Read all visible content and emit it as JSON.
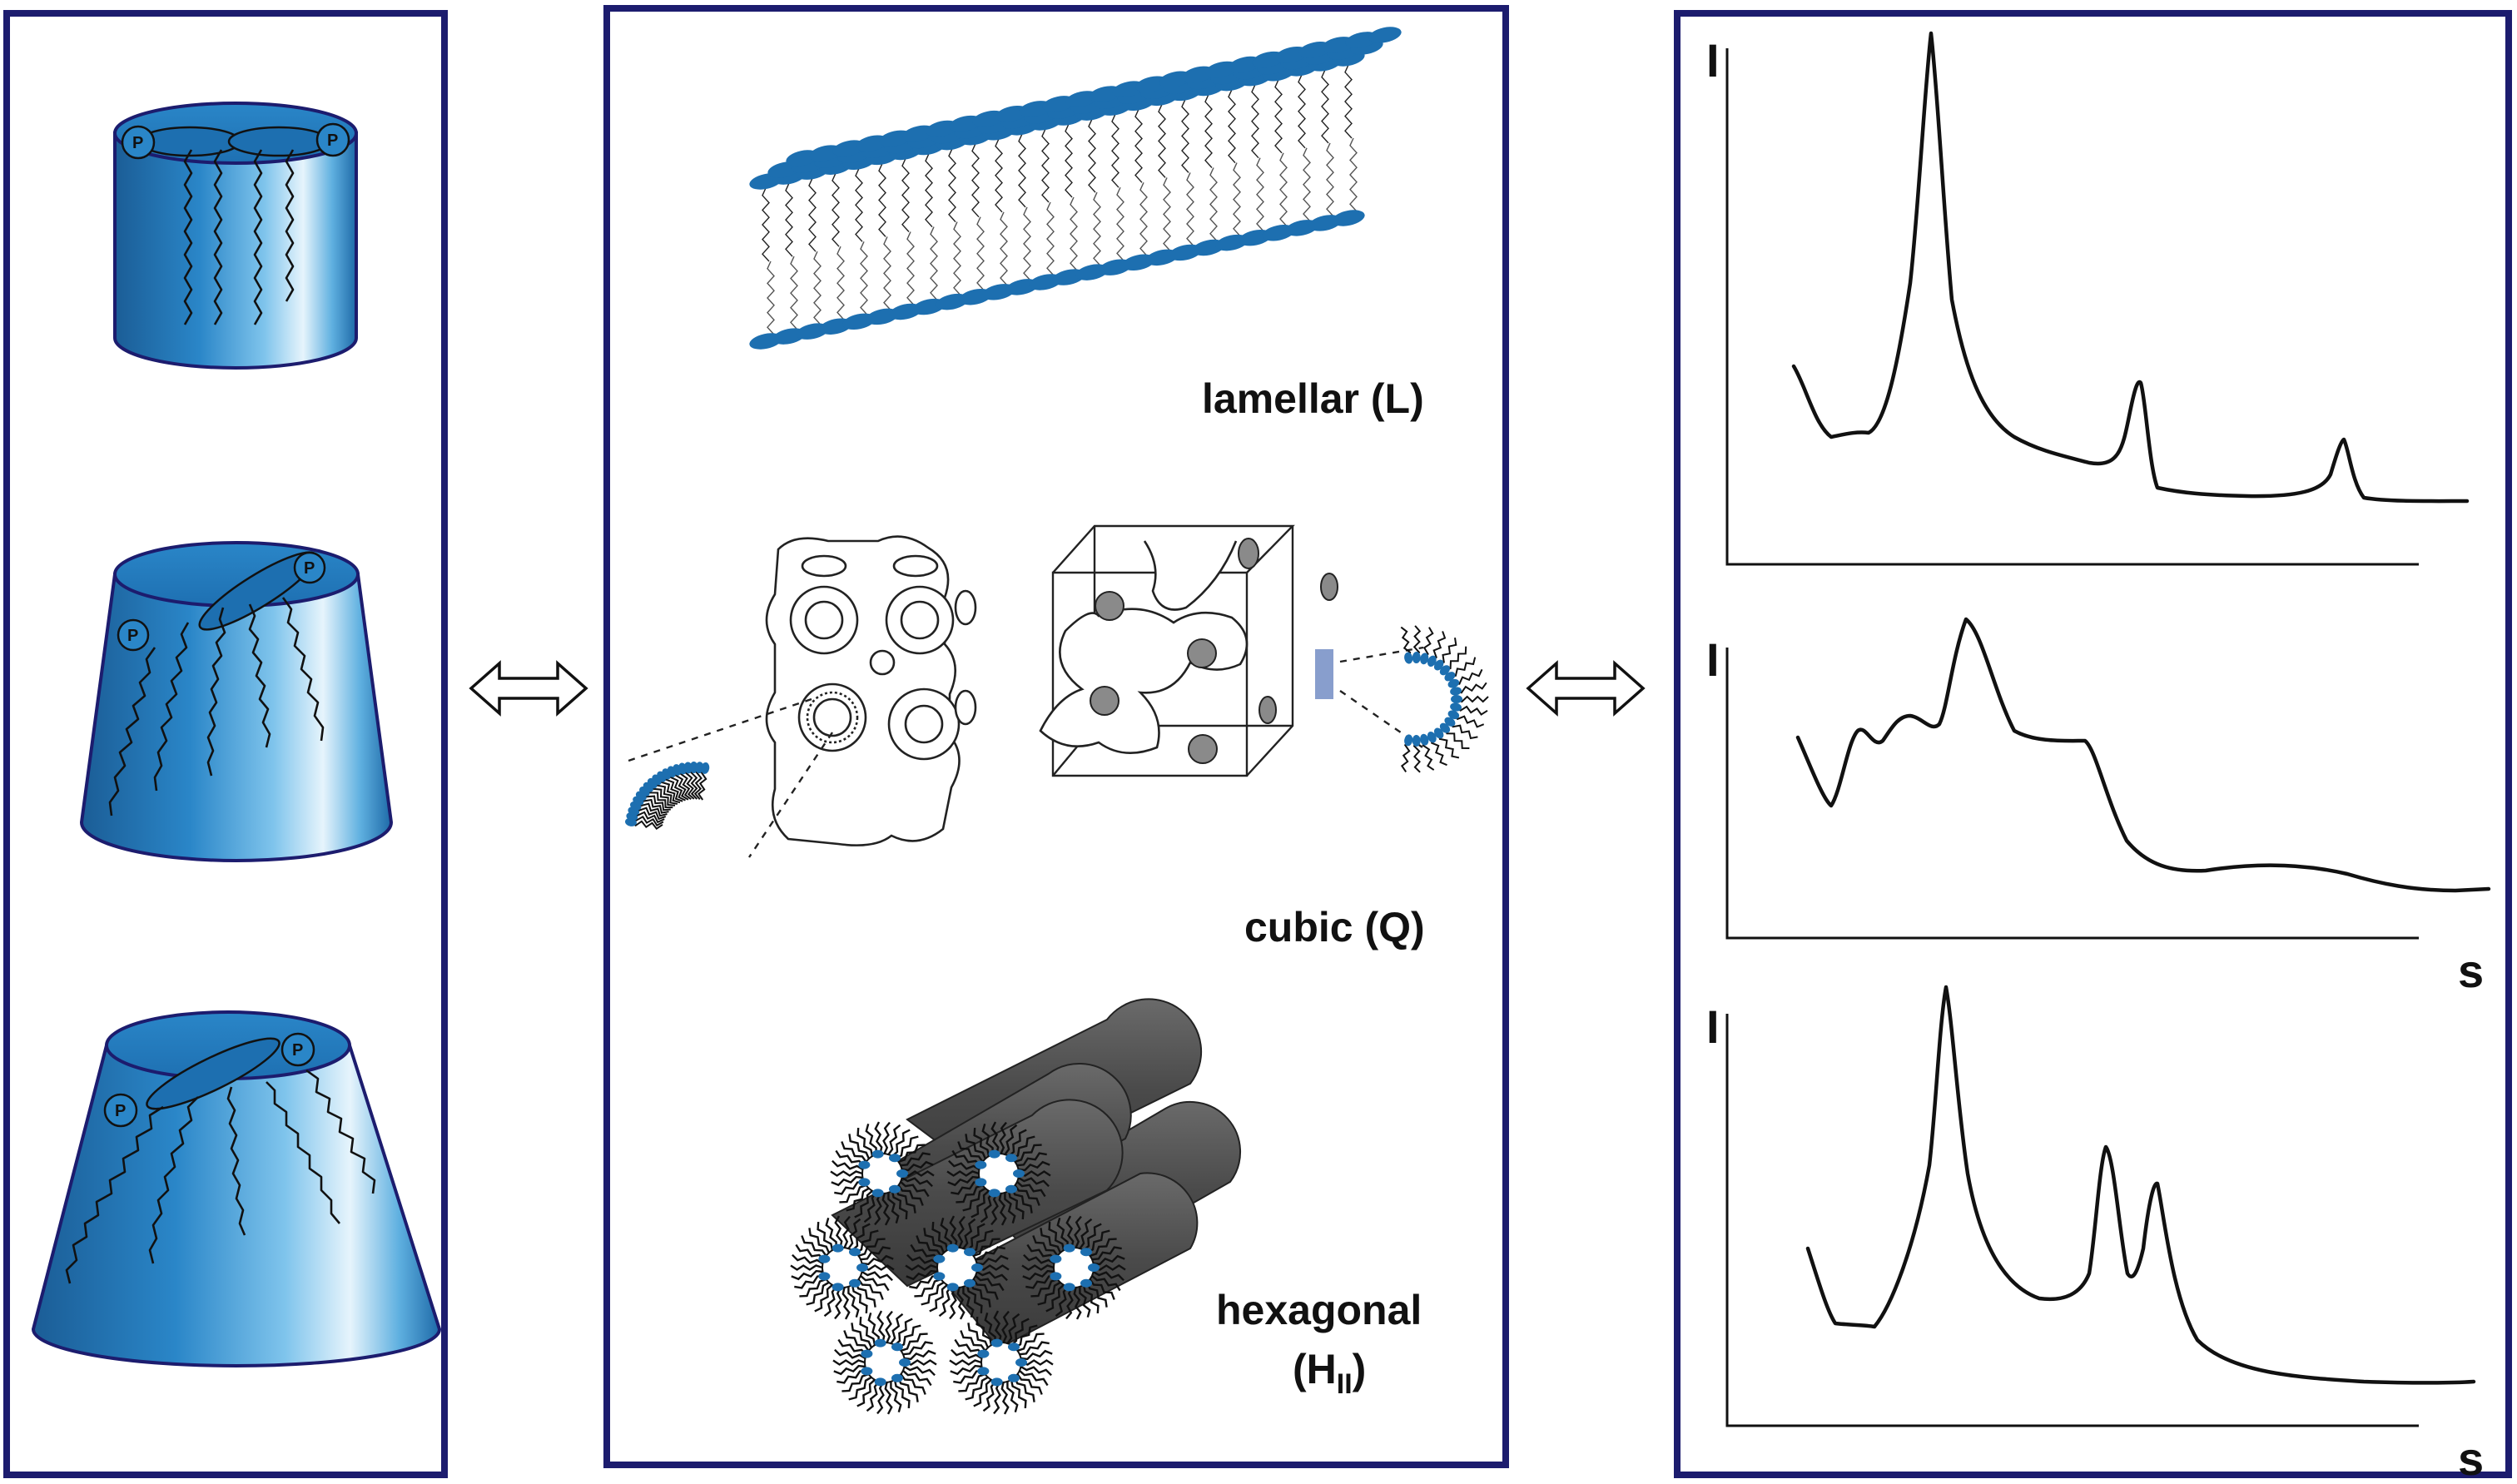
{
  "phases": {
    "lamellar": "lamellar (L)",
    "cubic": "cubic (Q)",
    "hexagonal_line1": "hexagonal",
    "hexagonal_line2_main": "(H",
    "hexagonal_line2_sub": "II",
    "hexagonal_line2_end": ")"
  },
  "head_label": "P",
  "spectra": {
    "y_label": "I",
    "x_label": "s",
    "curves": [
      {
        "name": "lamellar",
        "description_only": false
      },
      {
        "name": "cubic",
        "description_only": false
      },
      {
        "name": "hexagonal",
        "description_only": false
      }
    ]
  },
  "colors": {
    "frame": "#1c1c6e",
    "lipid_blue": "#1d6fb0",
    "cylinder_dark": "#555555"
  },
  "icons": [
    "double-arrow-icon",
    "double-arrow-icon"
  ]
}
